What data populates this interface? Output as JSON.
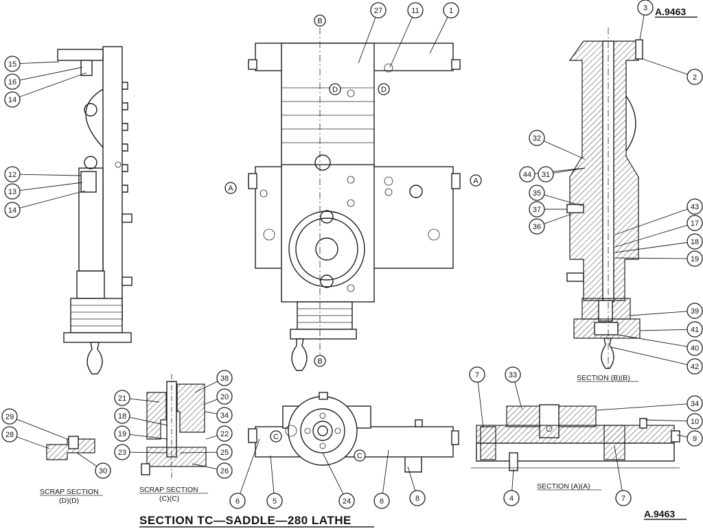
{
  "drawing": {
    "title": "SECTION TC—SADDLE—280 LATHE",
    "ref_top": "A.9463",
    "ref_bottom": "A.9463"
  },
  "views": {
    "section_bb": "SECTION (B)(B)",
    "section_aa": "SECTION (A)(A)",
    "scrap_dd_line1": "SCRAP SECTION",
    "scrap_dd_line2": "(D)(D)",
    "scrap_cc_line1": "SCRAP SECTION",
    "scrap_cc_line2": "(C)(C)"
  },
  "cut_letters": {
    "a": "A",
    "b": "B",
    "c": "C",
    "d": "D"
  },
  "balloons": [
    "1",
    "2",
    "3",
    "4",
    "5",
    "6",
    "7",
    "8",
    "9",
    "10",
    "11",
    "12",
    "13",
    "14",
    "15",
    "16",
    "17",
    "18",
    "19",
    "20",
    "21",
    "22",
    "23",
    "24",
    "25",
    "26",
    "27",
    "28",
    "29",
    "30",
    "31",
    "32",
    "33",
    "34",
    "35",
    "36",
    "37",
    "38",
    "39",
    "40",
    "41",
    "42",
    "43",
    "44"
  ]
}
